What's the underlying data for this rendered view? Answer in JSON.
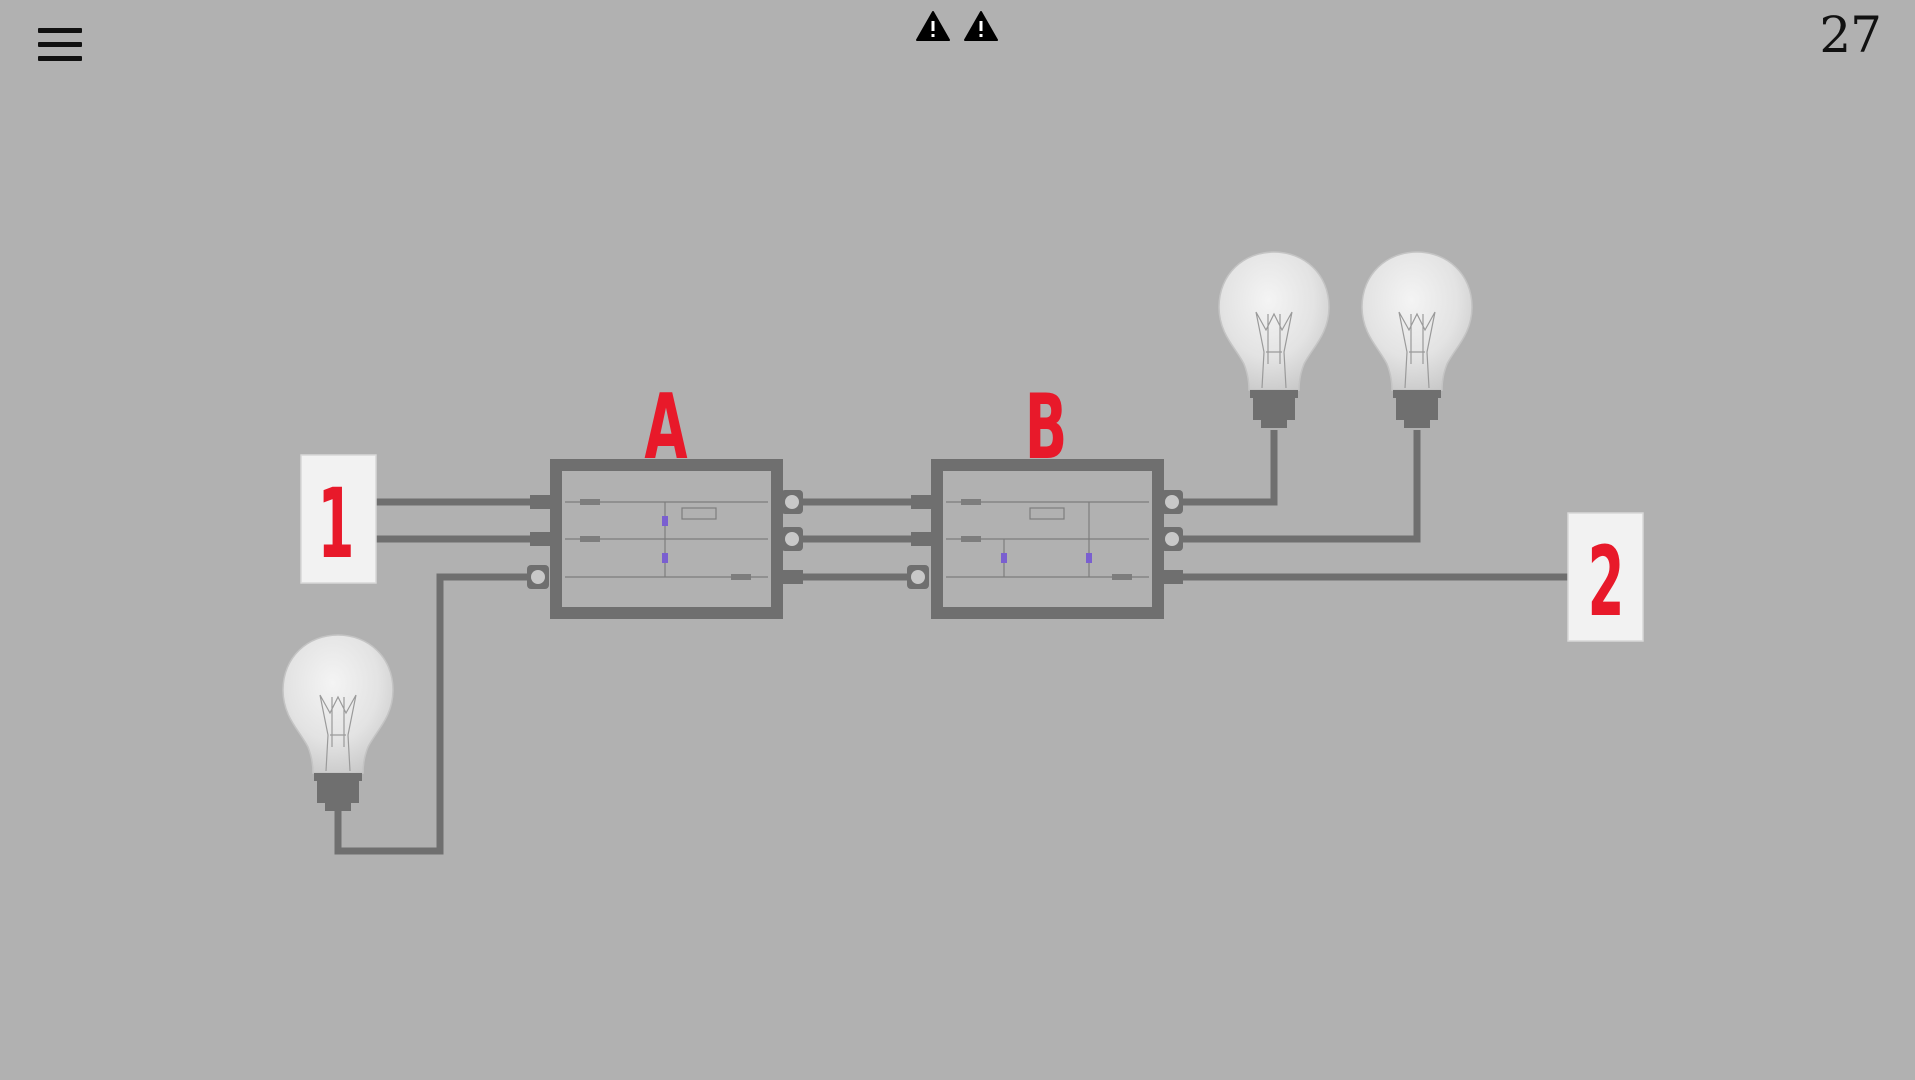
{
  "hud": {
    "menu_icon": "hamburger-menu-icon",
    "warning_icon": "warning-triangle-icon",
    "warning_count": 2,
    "level": "27"
  },
  "boxes": [
    {
      "label": "A"
    },
    {
      "label": "B"
    }
  ],
  "switches": [
    {
      "number": "1"
    },
    {
      "number": "2"
    }
  ],
  "bulbs": [
    {
      "name": "bulb-left",
      "lit": false
    },
    {
      "name": "bulb-top-left",
      "lit": false
    },
    {
      "name": "bulb-top-right",
      "lit": false
    }
  ],
  "colors": {
    "background": "#b1b1b1",
    "wire": "#6f6f6f",
    "accent_red": "#e8192a",
    "card": "#f2f2f2"
  }
}
